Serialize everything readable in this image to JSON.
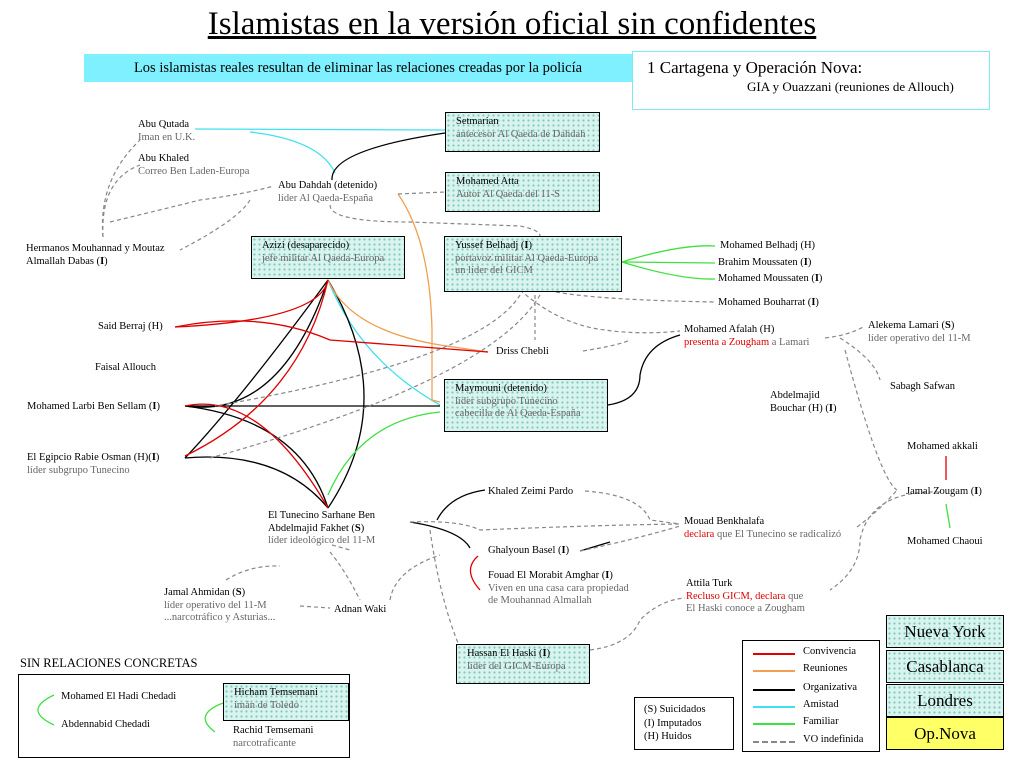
{
  "title": "Islamistas en la versión oficial sin confidentes",
  "banner": "Los islamistas reales resultan de eliminar las relaciones creadas por la policía",
  "info": {
    "line1": "1 Cartagena y Operación Nova:",
    "line2": "GIA y Ouazzani (reuniones de Allouch)"
  },
  "nodes": {
    "abu_qutada": {
      "name": "Abu Qutada",
      "sub": "Iman en U.K."
    },
    "abu_khaled": {
      "name": "Abu Khaled",
      "sub": "Correo Ben Laden-Europa"
    },
    "abu_dahdah": {
      "name": "Abu Dahdah (detenido)",
      "sub": "líder Al Qaeda-España"
    },
    "setmarian": {
      "name": "Setmarian",
      "sub": "antecesor Al Qaeda de Dahdah"
    },
    "mohamed_atta": {
      "name": "Mohamed Atta",
      "sub": "Autor Al Qaeda del 11-S"
    },
    "hermanos": {
      "line1": "Hermanos Mouhannad y Moutaz",
      "line2": "Almallah Dabas (",
      "tag": "I",
      "close": ")"
    },
    "azizi": {
      "name": "Azizi (desaparecido)",
      "sub": "jefe militar Al Qaeda-Europa"
    },
    "yussef": {
      "name": "Yussef Belhadj (",
      "tag": "I",
      "close": ")",
      "sub1": "portavoz militar Al Qaeda-Europa",
      "sub2": "un líder del GICM"
    },
    "m_belhadj": {
      "name": "Mohamed Belhadj (H)"
    },
    "brahim": {
      "name": "Brahim Moussaten (",
      "tag": "I",
      "close": ")"
    },
    "m_moussaten": {
      "name": "Mohamed  Moussaten (",
      "tag": "I",
      "close": ")"
    },
    "bouharrat": {
      "name": "Mohamed Bouharrat (",
      "tag": "I",
      "close": ")"
    },
    "said_berraj": {
      "name": "Said Berraj (H)"
    },
    "faisal": {
      "name": "Faisal Allouch"
    },
    "driss": {
      "name": "Driss Chebli"
    },
    "afalah": {
      "name": "Mohamed Afalah (H)",
      "red": "presenta a Zougham",
      "tail": " a Lamari"
    },
    "lamari": {
      "name": "Alekema Lamari (",
      "tag": "S",
      "close": ")",
      "sub": "líder operativo del 11-M"
    },
    "sabagh": {
      "name": "Sabagh Safwan"
    },
    "larbi": {
      "name": "Mohamed Larbi Ben Sellam (",
      "tag": "I",
      "close": ")"
    },
    "maymouni": {
      "name": "Maymouni (detenido)",
      "sub1": "líder subgrupo Tunecino",
      "sub2": "cabecilla de Al Qaeda-España"
    },
    "bouchar": {
      "line1": "Abdelmajid",
      "line2": "Bouchar (H) (",
      "tag": "I",
      "close": ")"
    },
    "egipcio": {
      "name": "El Egipcio Rabie Osman (H)(",
      "tag": "I",
      "close": ")",
      "sub": "líder subgrupo Tunecino"
    },
    "akkali": {
      "name": "Mohamed akkali"
    },
    "zougam": {
      "name": "Jamal Zougam (",
      "tag": "I",
      "close": ")"
    },
    "chaoui": {
      "name": "Mohamed Chaoui"
    },
    "zeimi": {
      "name": "Khaled Zeimi Pardo"
    },
    "tunecino": {
      "line1": "El Tunecino Sarhane Ben",
      "line2": "Abdelmajid Fakhet (",
      "tag": "S",
      "close": ")",
      "sub": "líder ideológico del 11-M"
    },
    "benkhalafa": {
      "name": "Mouad Benkhalafa",
      "red": "declara",
      "tail": " que El Tunecino se radicalizó"
    },
    "ghalyoun": {
      "name": "Ghalyoun Basel (",
      "tag": "I",
      "close": ")"
    },
    "fouad": {
      "name": "Fouad El Morabit Amghar (",
      "tag": "I",
      "close": ")",
      "sub1": "Viven en una casa cara propiedad",
      "sub2": "de Mouhannad Almallah"
    },
    "ahmidan": {
      "name": "Jamal Ahmidan (",
      "tag": "S",
      "close": ")",
      "sub1": "líder operativo del 11-M",
      "sub2": "...narcotráfico y Asturias..."
    },
    "adnan": {
      "name": "Adnan Waki"
    },
    "attila": {
      "name": "Attila Turk",
      "red": "Recluso GICM, declara",
      "tail": " que",
      "sub2": "El Haski conoce a Zougham"
    },
    "haski": {
      "name": "Hassan El Haski (",
      "tag": "I",
      "close": ")",
      "sub": "líder del GICM-Europa"
    }
  },
  "sin_relaciones": {
    "title": "SIN RELACIONES CONCRETAS",
    "chedadi1": "Mohamed El Hadi Chedadi",
    "chedadi2": "Abdennabid Chedadi",
    "hicham_name": "Hicham Temsemani",
    "hicham_sub": "imán de Toledo",
    "rachid_name": "Rachid Temsemani",
    "rachid_sub": "narcotraficante"
  },
  "legend": {
    "items": [
      {
        "label": "Convivencia",
        "color": "#e00000",
        "style": "solid"
      },
      {
        "label": "Reuniones",
        "color": "#f0a050",
        "style": "solid"
      },
      {
        "label": "Organizativa",
        "color": "#000000",
        "style": "solid"
      },
      {
        "label": "Amistad",
        "color": "#40e0f0",
        "style": "solid"
      },
      {
        "label": "Familiar",
        "color": "#40e040",
        "style": "solid"
      },
      {
        "label": "VO indefinida",
        "color": "#888888",
        "style": "dashed"
      }
    ]
  },
  "abbreviations": [
    "(S)  Suicidados",
    "(I)   Imputados",
    "(H) Huidos"
  ],
  "cities": {
    "nueva_york": "Nueva York",
    "casablanca": "Casablanca",
    "londres": "Londres",
    "op_nova": "Op.Nova"
  },
  "colors": {
    "convivencia": "#e00000",
    "reuniones": "#f0a050",
    "organizativa": "#000000",
    "amistad": "#40e0f0",
    "familiar": "#40e040",
    "indefinida": "#888888",
    "banner": "#7ff0ff",
    "op_nova": "#ffff66",
    "box_dots": "#7fc9bd"
  }
}
